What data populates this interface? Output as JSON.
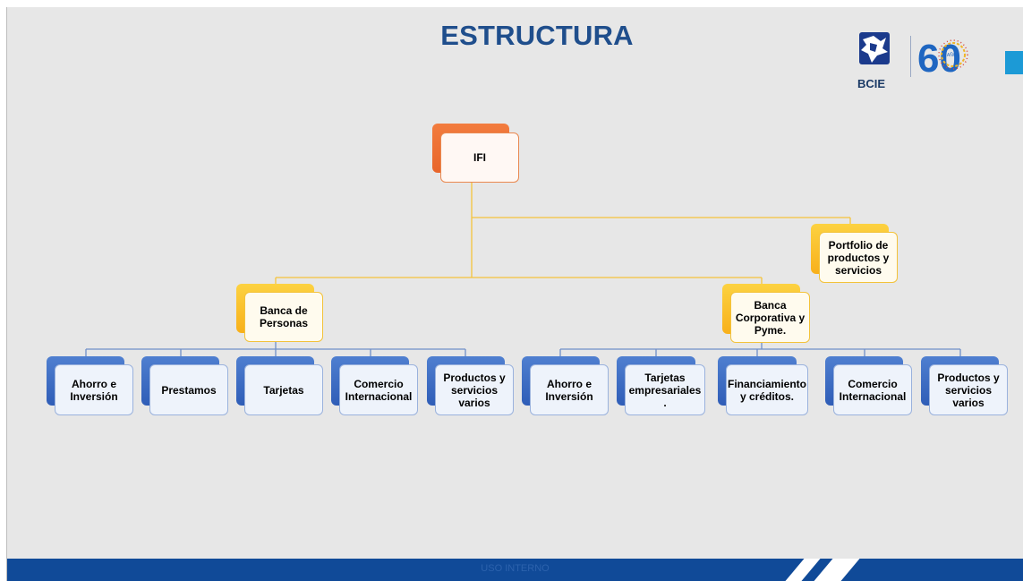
{
  "slide": {
    "title": "ESTRUCTURA",
    "footer_text": "USO INTERNO"
  },
  "logo": {
    "text": "BCIE",
    "number": "60",
    "years_label": "AÑOS"
  },
  "diagram": {
    "root": "IFI",
    "side_node": [
      "Portfolio de",
      "productos y",
      "servicios"
    ],
    "banca_personas": {
      "label": [
        "Banca de",
        "Personas"
      ],
      "children": [
        [
          "Ahorro e",
          "Inversión"
        ],
        [
          "Prestamos"
        ],
        [
          "Tarjetas"
        ],
        [
          "Comercio",
          "Internacional"
        ],
        [
          "Productos y",
          "servicios",
          "varios"
        ]
      ]
    },
    "banca_corporativa": {
      "label": [
        "Banca",
        "Corporativa y",
        "Pyme."
      ],
      "children": [
        [
          "Ahorro e",
          "Inversión"
        ],
        [
          "Tarjetas",
          "empresariales",
          "."
        ],
        [
          "Financiamiento",
          "y créditos."
        ],
        [
          "Comercio",
          "Internacional"
        ],
        [
          "Productos y",
          "servicios",
          "varios"
        ]
      ]
    }
  },
  "colors": {
    "title": "#1f4e8c",
    "root_node": "#ee7336",
    "branch_node": "#f9bf2c",
    "leaf_node": "#3c6cc4",
    "footer": "#104a98",
    "connector_yellow": "#f5c33b",
    "connector_blue": "#6f8fc8"
  }
}
